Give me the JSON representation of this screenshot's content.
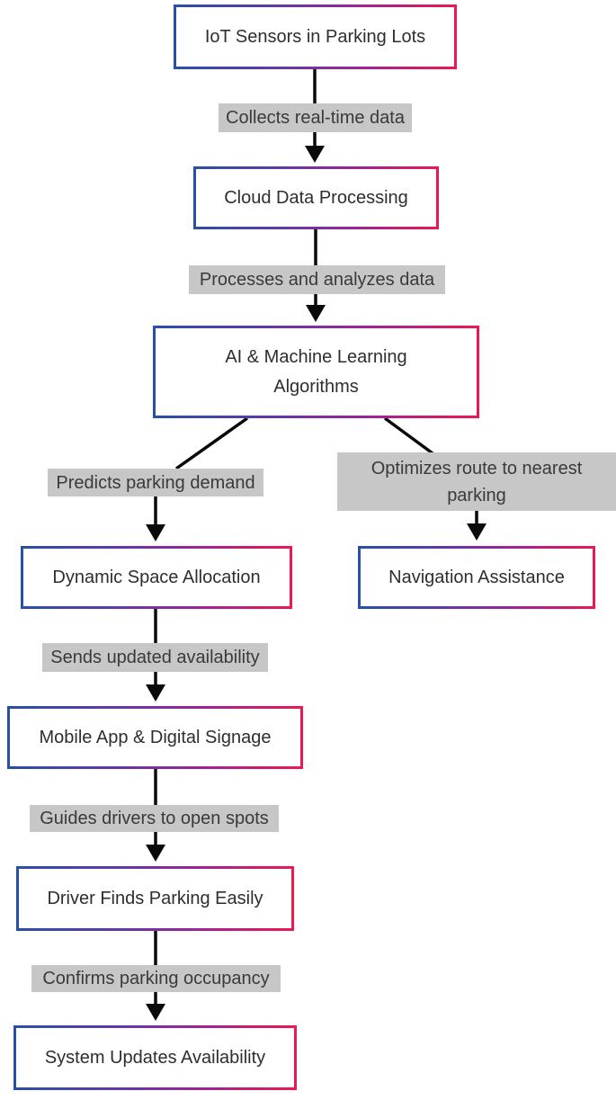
{
  "diagram": {
    "type": "flowchart",
    "background_color": "#ffffff",
    "node_style": {
      "fill": "#ffffff",
      "border_gradient": [
        "#2750a7",
        "#9c2398",
        "#ee1750"
      ],
      "text_color": "#2e2e2e"
    },
    "edge_label_style": {
      "background": "#c6c7c6",
      "text_color": "#3a3a3a"
    },
    "connector_color": "#0a0a0a",
    "nodes": [
      {
        "id": "iot-sensors",
        "label": "IoT Sensors in Parking Lots"
      },
      {
        "id": "cloud-processing",
        "label": "Cloud Data Processing"
      },
      {
        "id": "ai-ml-algorithms",
        "label": "AI & Machine Learning Algorithms"
      },
      {
        "id": "dynamic-space-allocation",
        "label": "Dynamic Space Allocation"
      },
      {
        "id": "navigation-assistance",
        "label": "Navigation Assistance"
      },
      {
        "id": "mobile-app-signage",
        "label": "Mobile App & Digital Signage"
      },
      {
        "id": "driver-finds-parking",
        "label": "Driver Finds Parking Easily"
      },
      {
        "id": "system-updates-availability",
        "label": "System Updates Availability"
      }
    ],
    "edges": [
      {
        "from": "iot-sensors",
        "to": "cloud-processing",
        "label": "Collects real-time data"
      },
      {
        "from": "cloud-processing",
        "to": "ai-ml-algorithms",
        "label": "Processes and analyzes data"
      },
      {
        "from": "ai-ml-algorithms",
        "to": "dynamic-space-allocation",
        "label": "Predicts parking demand"
      },
      {
        "from": "ai-ml-algorithms",
        "to": "navigation-assistance",
        "label": "Optimizes route to nearest parking"
      },
      {
        "from": "dynamic-space-allocation",
        "to": "mobile-app-signage",
        "label": "Sends updated availability"
      },
      {
        "from": "mobile-app-signage",
        "to": "driver-finds-parking",
        "label": "Guides drivers to open spots"
      },
      {
        "from": "driver-finds-parking",
        "to": "system-updates-availability",
        "label": "Confirms parking occupancy"
      }
    ]
  }
}
